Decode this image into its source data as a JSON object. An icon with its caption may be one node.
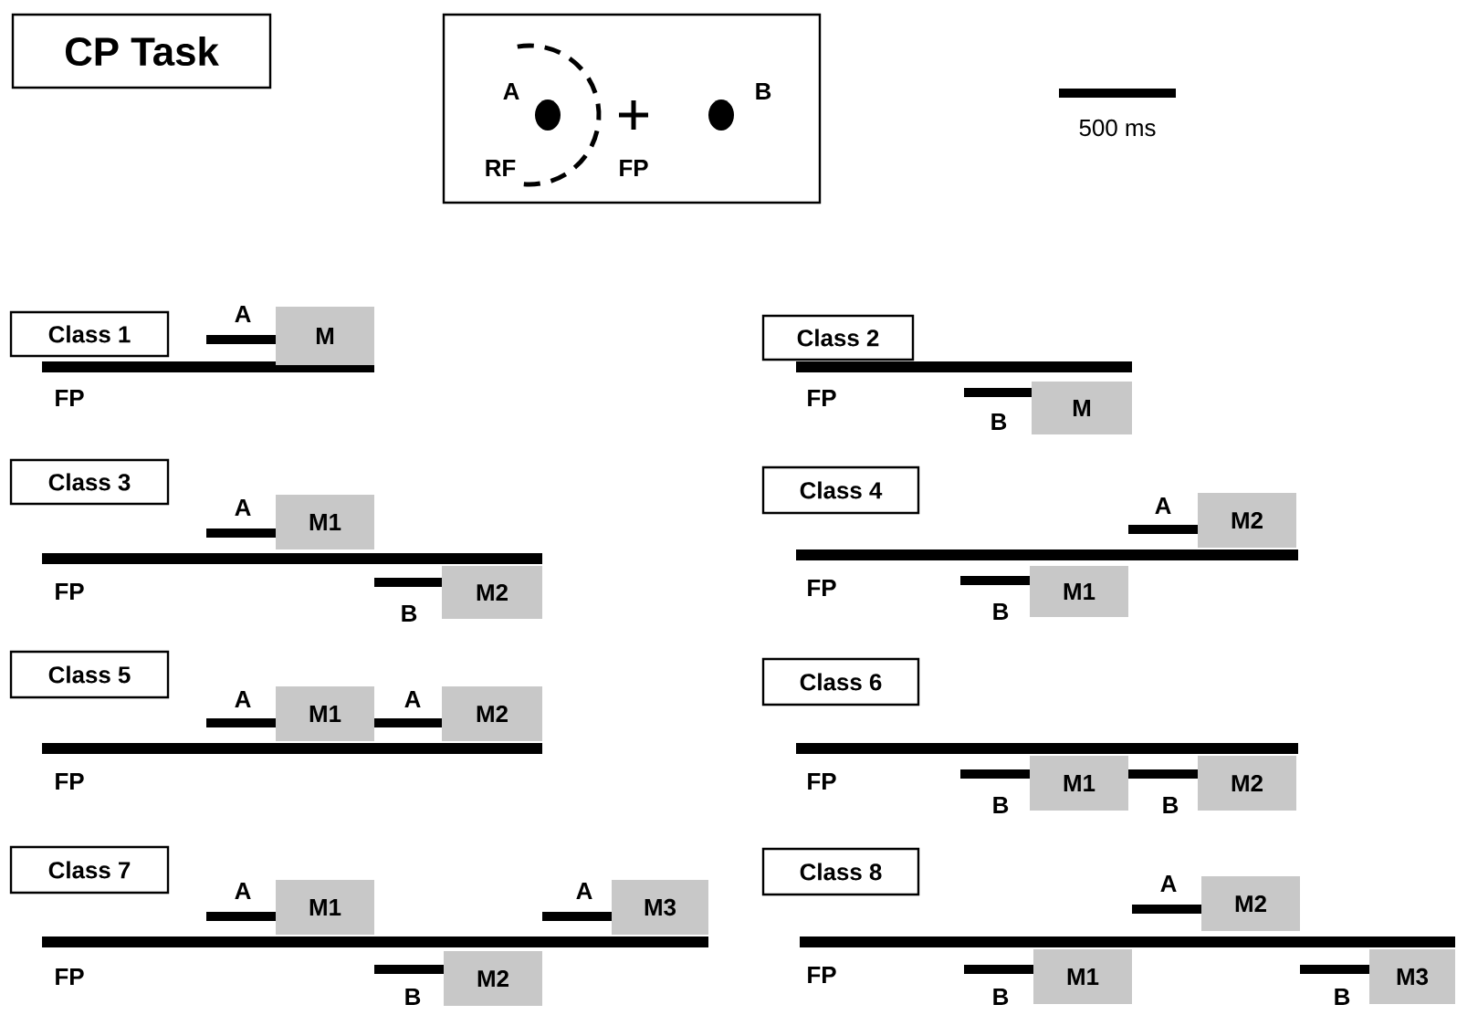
{
  "diagram": {
    "title": "CP Task",
    "nodes": [
      {
        "text": [
          "A",
          "B",
          "RF",
          "FP"
        ]
      },
      {
        "text": [
          "Class 1"
        ]
      },
      {
        "text": [
          "M"
        ]
      },
      {
        "text": [
          "Class 2"
        ]
      },
      {
        "text": [
          "M"
        ]
      },
      {
        "text": [
          "Class 3"
        ]
      },
      {
        "text": [
          "M1"
        ]
      },
      {
        "text": [
          "M2"
        ]
      },
      {
        "text": [
          "Class 4"
        ]
      },
      {
        "text": [
          "M2"
        ]
      },
      {
        "text": [
          "M1"
        ]
      },
      {
        "text": [
          "Class 5"
        ]
      },
      {
        "text": [
          "M1"
        ]
      },
      {
        "text": [
          "M2"
        ]
      },
      {
        "text": [
          "Class 6"
        ]
      },
      {
        "text": [
          "M1"
        ]
      },
      {
        "text": [
          "M2"
        ]
      },
      {
        "text": [
          "Class 7"
        ]
      },
      {
        "text": [
          "M1"
        ]
      },
      {
        "text": [
          "M3"
        ]
      },
      {
        "text": [
          "M2"
        ]
      },
      {
        "text": [
          "Class 8"
        ]
      },
      {
        "text": [
          "M2"
        ]
      },
      {
        "text": [
          "M1"
        ]
      },
      {
        "text": [
          "M3"
        ]
      }
    ],
    "labels": [
      "500 ms",
      "A",
      "FP",
      "FP",
      "B",
      "A",
      "FP",
      "B",
      "A",
      "FP",
      "B",
      "A",
      "A",
      "FP",
      "FP",
      "B",
      "B",
      "A",
      "A",
      "FP",
      "B",
      "A",
      "FP",
      "B",
      "B"
    ]
  }
}
